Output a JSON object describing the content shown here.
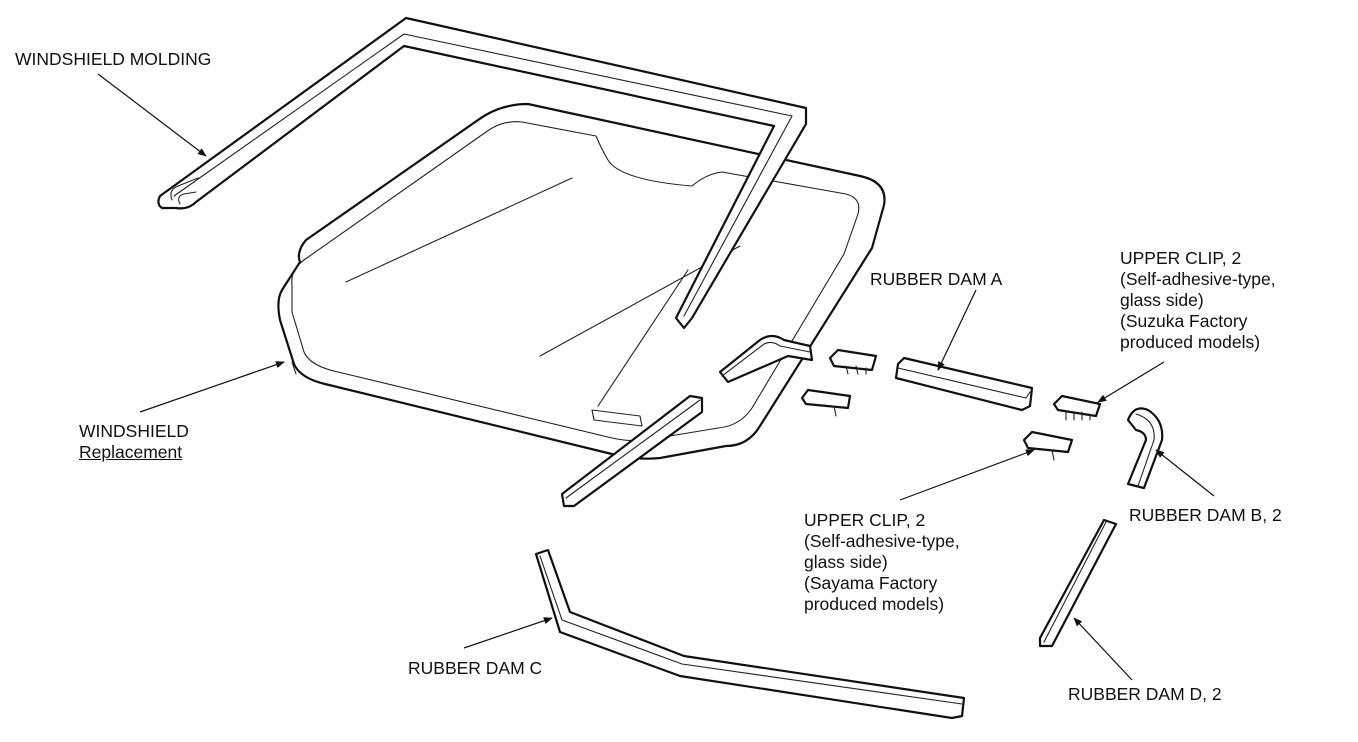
{
  "labels": {
    "windshield_molding": "WINDSHIELD MOLDING",
    "windshield": "WINDSHIELD",
    "windshield_link": "Replacement",
    "rubber_dam_a": "RUBBER DAM A",
    "upper_clip_suzuka": {
      "line1": "UPPER CLIP, 2",
      "line2": "(Self-adhesive-type,",
      "line3": "glass side)",
      "line4": "(Suzuka Factory",
      "line5": "produced models)"
    },
    "upper_clip_sayama": {
      "line1": "UPPER CLIP, 2",
      "line2": "(Self-adhesive-type,",
      "line3": "glass side)",
      "line4": "(Sayama Factory",
      "line5": "produced models)"
    },
    "rubber_dam_b": "RUBBER DAM B, 2",
    "rubber_dam_c": "RUBBER DAM C",
    "rubber_dam_d": "RUBBER DAM D, 2"
  },
  "colors": {
    "line": "#111111",
    "background": "#ffffff"
  }
}
